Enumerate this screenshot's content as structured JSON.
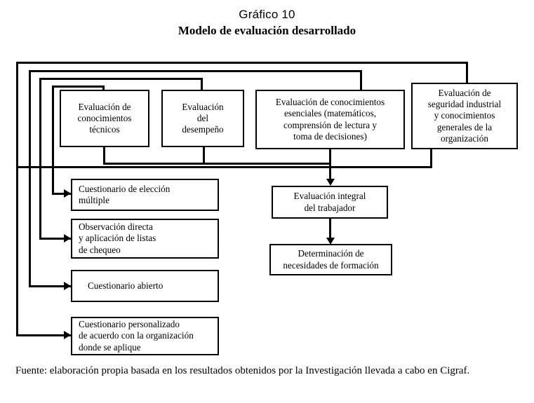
{
  "figure": {
    "number_label": "Gráfico 10",
    "title": "Modelo de evaluación desarrollado",
    "caption": "Fuente: elaboración propia basada en los resultados obtenidos por la Investigación llevada a cabo en Cigraf.",
    "line_color": "#000000",
    "background": "#ffffff"
  },
  "diagram": {
    "type": "flowchart",
    "top_boxes": [
      {
        "id": "eval-conocimientos-tecnicos",
        "label": "Evaluación de\nconocimientos\ntécnicos"
      },
      {
        "id": "eval-desempeno",
        "label": "Evaluación\ndel\ndesempeño"
      },
      {
        "id": "eval-conocimientos-esenciales",
        "label": "Evaluación de conocimientos\nesenciales (matemáticos,\ncomprensión de lectura y\ntoma de decisiones)"
      },
      {
        "id": "eval-seguridad-industrial",
        "label": "Evaluación de\nseguridad industrial\ny conocimientos\ngenerales de la\norganización"
      }
    ],
    "instrument_boxes": [
      {
        "id": "cuestionario-eleccion-multiple",
        "label": "Cuestionario de elección\nmúltiple"
      },
      {
        "id": "observacion-directa",
        "label": "Observación directa\ny aplicación de listas\nde chequeo"
      },
      {
        "id": "cuestionario-abierto",
        "label": "Cuestionario abierto"
      },
      {
        "id": "cuestionario-personalizado",
        "label": "Cuestionario personalizado\nde acuerdo con la organización\ndonde se aplique"
      }
    ],
    "outcome_boxes": [
      {
        "id": "evaluacion-integral",
        "label": "Evaluación integral\ndel trabajador"
      },
      {
        "id": "determinacion-necesidades",
        "label": "Determinación de\nnecesidades de formación"
      }
    ],
    "connectors": [
      {
        "from": "eval-conocimientos-tecnicos",
        "to": "cuestionario-eleccion-multiple",
        "style": "elbow-arrow"
      },
      {
        "from": "eval-desempeno",
        "to": "observacion-directa",
        "style": "elbow-arrow"
      },
      {
        "from": "eval-conocimientos-esenciales",
        "to": "cuestionario-abierto",
        "style": "elbow-arrow"
      },
      {
        "from": "eval-seguridad-industrial",
        "to": "cuestionario-personalizado",
        "style": "elbow-arrow"
      },
      {
        "from": "top-boxes-bus",
        "to": "evaluacion-integral",
        "style": "merge-arrow-down"
      },
      {
        "from": "evaluacion-integral",
        "to": "determinacion-necesidades",
        "style": "arrow-down"
      }
    ]
  }
}
